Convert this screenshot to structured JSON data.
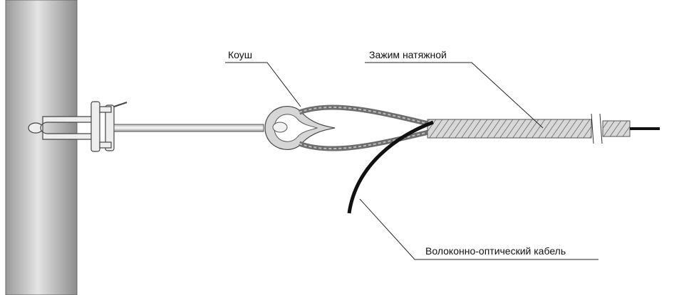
{
  "labels": {
    "thimble": "Коуш",
    "tension_clamp": "Зажим натяжной",
    "fiber_cable": "Волоконно-оптический кабель"
  },
  "colors": {
    "pole": "#a8a8a8",
    "cable": "#111111",
    "wire": "#8a8a8a"
  }
}
